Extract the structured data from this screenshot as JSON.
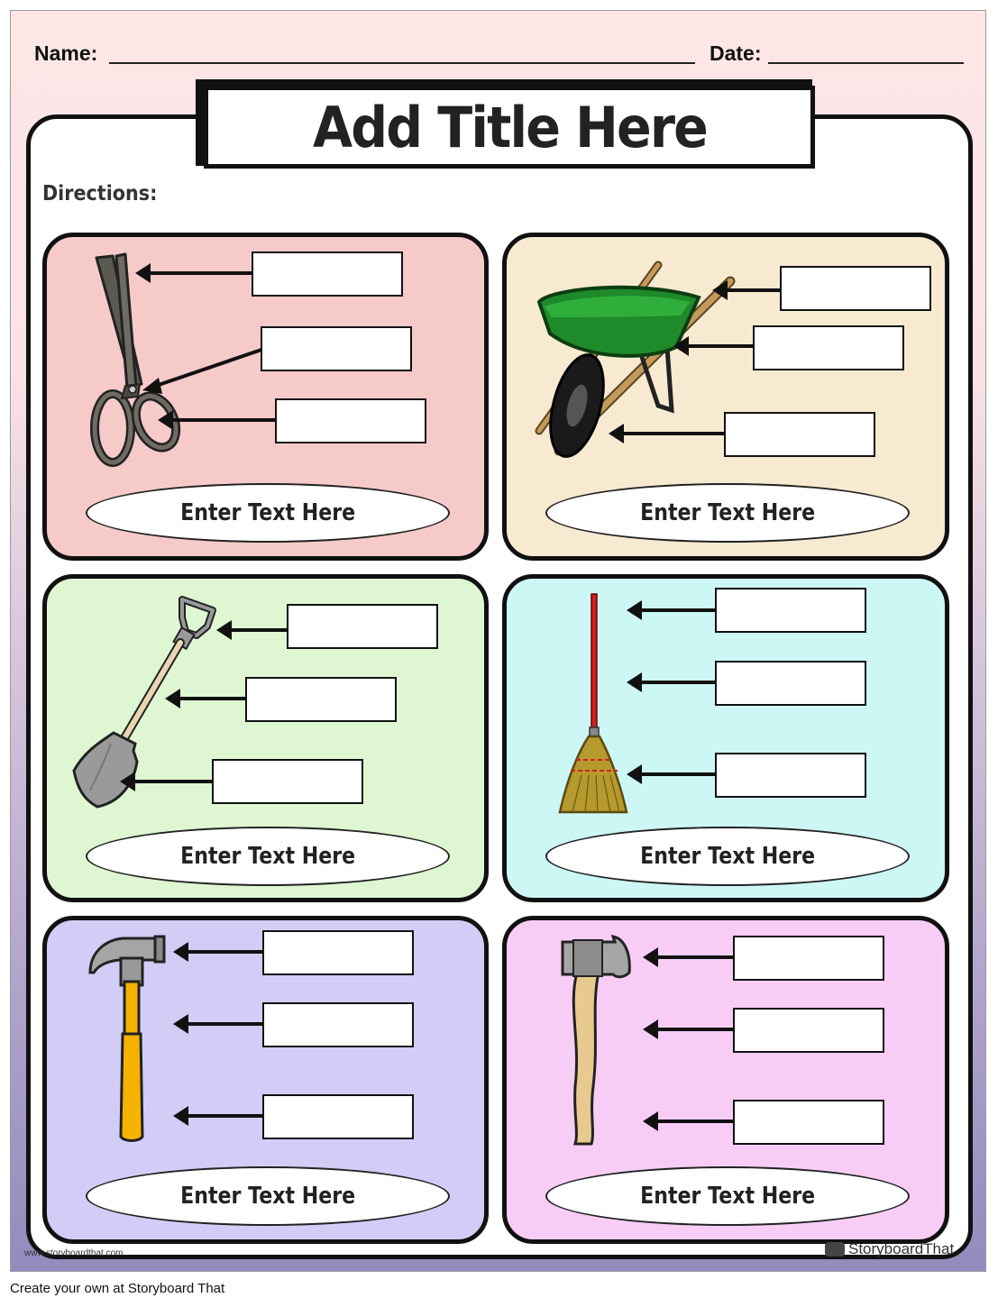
{
  "header": {
    "name_label": "Name:",
    "date_label": "Date:"
  },
  "title": "Add Title Here",
  "directions_label": "Directions:",
  "panels": [
    {
      "tool": "scissors-icon",
      "color": "#f7caca",
      "caption": "Enter Text Here"
    },
    {
      "tool": "wheelbarrow-icon",
      "color": "#f8ead0",
      "caption": "Enter Text Here"
    },
    {
      "tool": "shovel-icon",
      "color": "#def7d2",
      "caption": "Enter Text Here"
    },
    {
      "tool": "broom-icon",
      "color": "#cdf7f4",
      "caption": "Enter Text Here"
    },
    {
      "tool": "hammer-icon",
      "color": "#d2cdf7",
      "caption": "Enter Text Here"
    },
    {
      "tool": "axe-icon",
      "color": "#f7cdf6",
      "caption": "Enter Text Here"
    }
  ],
  "watermark": {
    "url": "www.storyboardthat.com",
    "brand": "StoryboardThat"
  },
  "footer_text": "Create your own at Storyboard That"
}
